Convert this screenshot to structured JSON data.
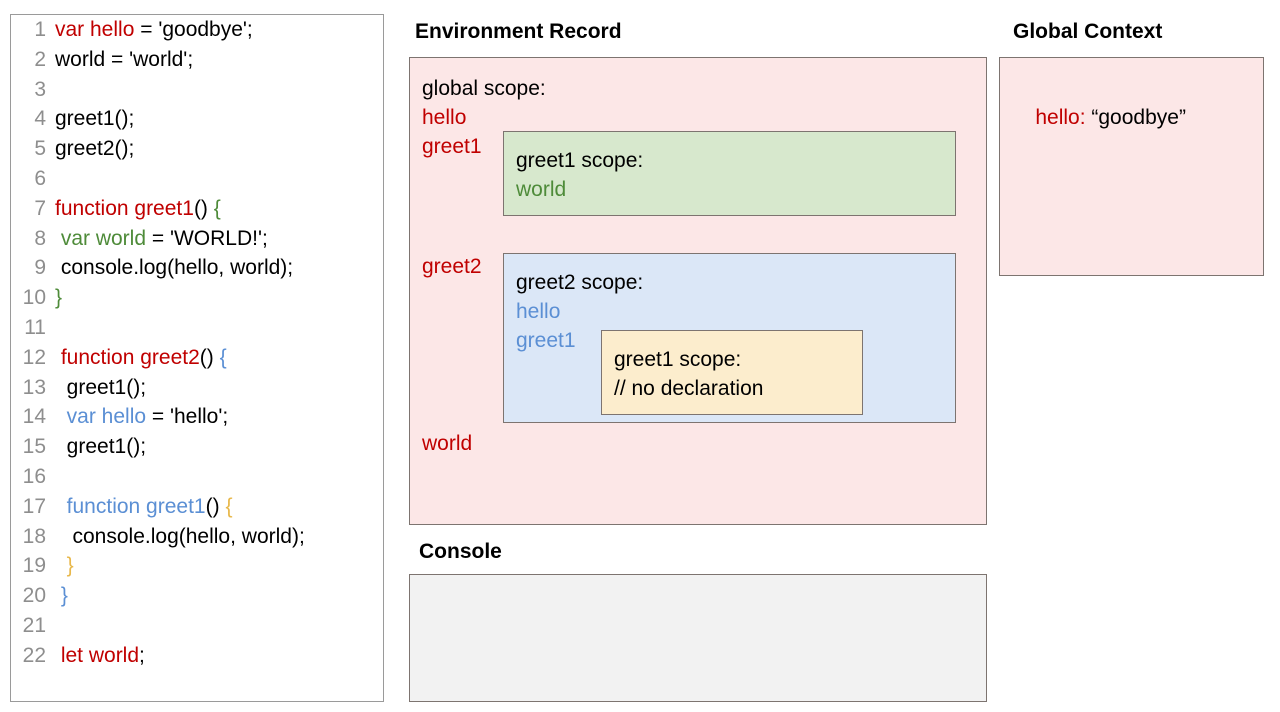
{
  "code_panel": {
    "lines": [
      {
        "n": "1",
        "tokens": [
          {
            "t": "var hello",
            "c": "red"
          },
          {
            "t": " = 'goodbye';",
            "c": "black"
          }
        ]
      },
      {
        "n": "2",
        "tokens": [
          {
            "t": "world = 'world';",
            "c": "black"
          }
        ]
      },
      {
        "n": "3",
        "tokens": []
      },
      {
        "n": "4",
        "tokens": [
          {
            "t": "greet1();",
            "c": "black"
          }
        ]
      },
      {
        "n": "5",
        "tokens": [
          {
            "t": "greet2();",
            "c": "black"
          }
        ]
      },
      {
        "n": "6",
        "tokens": []
      },
      {
        "n": "7",
        "tokens": [
          {
            "t": "function greet1",
            "c": "red"
          },
          {
            "t": "() ",
            "c": "black"
          },
          {
            "t": "{",
            "c": "green"
          }
        ]
      },
      {
        "n": "8",
        "tokens": [
          {
            "t": " var world",
            "c": "green"
          },
          {
            "t": " = 'WORLD!';",
            "c": "black"
          }
        ]
      },
      {
        "n": "9",
        "tokens": [
          {
            "t": " console.log(hello, world);",
            "c": "black"
          }
        ]
      },
      {
        "n": "10",
        "tokens": [
          {
            "t": "}",
            "c": "green"
          }
        ]
      },
      {
        "n": "11",
        "tokens": []
      },
      {
        "n": "12",
        "tokens": [
          {
            "t": " function greet2",
            "c": "red"
          },
          {
            "t": "() ",
            "c": "black"
          },
          {
            "t": "{",
            "c": "blue"
          }
        ]
      },
      {
        "n": "13",
        "tokens": [
          {
            "t": "  greet1();",
            "c": "black"
          }
        ]
      },
      {
        "n": "14",
        "tokens": [
          {
            "t": "  var hello",
            "c": "blue"
          },
          {
            "t": " = 'hello';",
            "c": "black"
          }
        ]
      },
      {
        "n": "15",
        "tokens": [
          {
            "t": "  greet1();",
            "c": "black"
          }
        ]
      },
      {
        "n": "16",
        "tokens": []
      },
      {
        "n": "17",
        "tokens": [
          {
            "t": "  function greet1",
            "c": "blue"
          },
          {
            "t": "() ",
            "c": "black"
          },
          {
            "t": "{",
            "c": "orange"
          }
        ]
      },
      {
        "n": "18",
        "tokens": [
          {
            "t": "   console.log(hello, world);",
            "c": "black"
          }
        ]
      },
      {
        "n": "19",
        "tokens": [
          {
            "t": "  }",
            "c": "orange"
          }
        ]
      },
      {
        "n": "20",
        "tokens": [
          {
            "t": " }",
            "c": "blue"
          }
        ]
      },
      {
        "n": "21",
        "tokens": []
      },
      {
        "n": "22",
        "tokens": [
          {
            "t": " let world",
            "c": "red"
          },
          {
            "t": ";",
            "c": "black"
          }
        ]
      }
    ]
  },
  "environment_record": {
    "title": "Environment Record",
    "global": {
      "header": "global scope:",
      "bindings_before": [
        "hello",
        "greet1"
      ],
      "binding_greet2": "greet2",
      "binding_world": "world"
    },
    "greet1_scope": {
      "header": "greet1 scope:",
      "bindings": [
        "world"
      ]
    },
    "greet2_scope": {
      "header": "greet2 scope:",
      "bindings": [
        "hello",
        "greet1"
      ]
    },
    "greet1_inner_scope": {
      "header": "greet1 scope:",
      "bindings": [
        "// no declaration"
      ]
    }
  },
  "global_context": {
    "title": "Global Context",
    "entry_key": "hello:",
    "entry_value": " “goodbye”"
  },
  "console": {
    "title": "Console",
    "output": ""
  },
  "colors": {
    "red": "#c00000",
    "green": "#4e8b39",
    "blue": "#5b8fd4",
    "orange": "#e8b84b",
    "pink_fill": "#fce7e7",
    "green_fill": "#d7e8cd",
    "blue_fill": "#dbe7f7",
    "yellow_fill": "#fcedcd",
    "console_fill": "#f2f2f2",
    "border": "#7d7470",
    "line_number": "#8e8e8e"
  }
}
